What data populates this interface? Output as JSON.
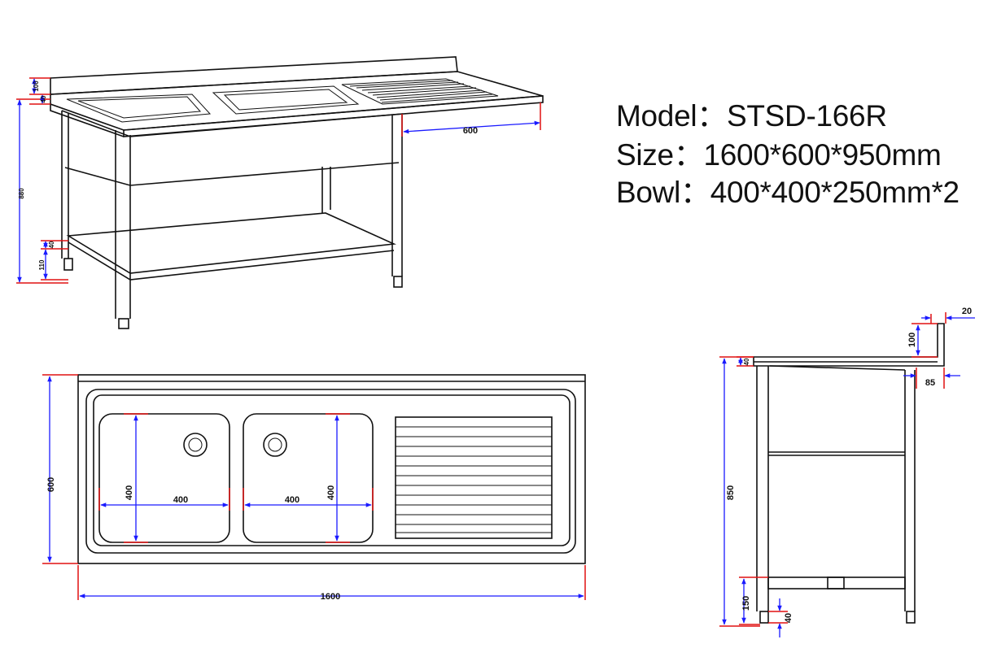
{
  "spec": {
    "model_label": "Model：",
    "model_value": "STSD-166R",
    "size_label": "Size：",
    "size_value": "1600*600*950mm",
    "bowl_label": "Bowl：",
    "bowl_value": "400*400*250mm*2"
  },
  "dimensions": {
    "iso": {
      "backsplash": "100",
      "top": "40",
      "leg_height": "880",
      "shelf": "40",
      "foot": "110",
      "depth": "600"
    },
    "plan": {
      "depth": "600",
      "length": "1600",
      "bowl1_width": "400",
      "bowl1_depth": "400",
      "bowl2_width": "400",
      "bowl2_depth": "400"
    },
    "side": {
      "upstand": "20",
      "backsplash": "100",
      "top": "40",
      "overhang": "85",
      "height": "850",
      "shelf": "150",
      "foot": "40"
    }
  },
  "colors": {
    "line": "#111111",
    "dimension": "#1a1aff",
    "extension": "#e01010"
  }
}
